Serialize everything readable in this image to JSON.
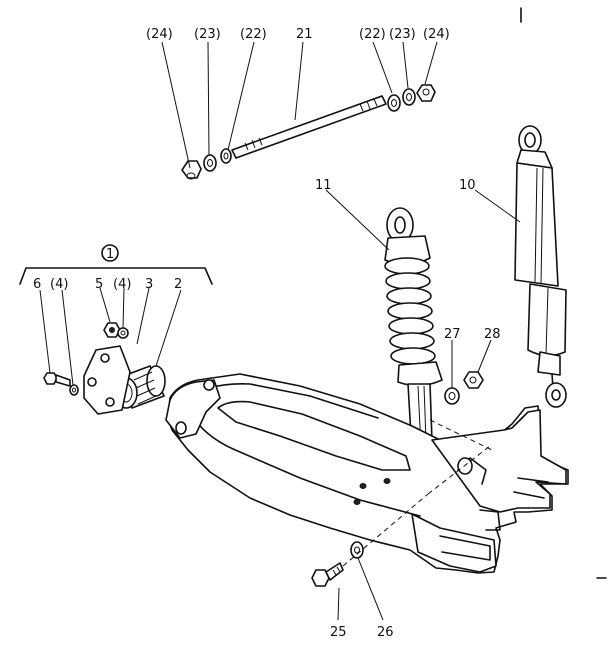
{
  "callouts": {
    "c24_left": "(24)",
    "c23_left": "(23)",
    "c22_left": "(22)",
    "c21": "21",
    "c22_right": "(22)",
    "c23_right": "(23)",
    "c24_right": "(24)",
    "c11": "11",
    "c10": "10",
    "c1": "1",
    "c6": "6",
    "c4_left": "(4)",
    "c5": "5",
    "c4_mid": "(4)",
    "c3": "3",
    "c2": "2",
    "c27": "27",
    "c28": "28",
    "c25": "25",
    "c26": "26"
  }
}
